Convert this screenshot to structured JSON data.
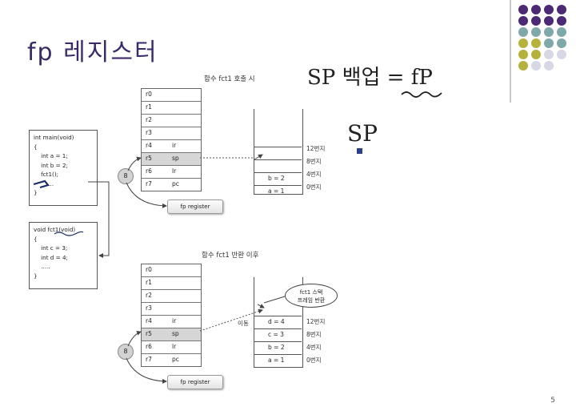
{
  "title": "fp 레지스터",
  "page_number": "5",
  "colors": {
    "title": "#3a2a6a",
    "dot_purple": "#4b2a73",
    "dot_teal": "#7fa9a9",
    "dot_olive": "#b4b23c",
    "dot_lavender": "#d7d7e6",
    "highlight_row": "#d6d6d6"
  },
  "diagram1": {
    "caption": "함수 fct1 호출 시",
    "registers": [
      {
        "name": "r0",
        "value": ""
      },
      {
        "name": "r1",
        "value": ""
      },
      {
        "name": "r2",
        "value": ""
      },
      {
        "name": "r3",
        "value": ""
      },
      {
        "name": "r4",
        "value": "ir"
      },
      {
        "name": "r5",
        "value": "sp"
      },
      {
        "name": "r6",
        "value": "lr"
      },
      {
        "name": "r7",
        "value": "pc"
      }
    ],
    "stack": [
      {
        "value": "",
        "addr": "12번지"
      },
      {
        "value": "",
        "addr": "8번지"
      },
      {
        "value": "b = 2",
        "addr": "4번지"
      },
      {
        "value": "a = 1",
        "addr": "0번지"
      }
    ],
    "badge": "8",
    "button": "fp register"
  },
  "diagram2": {
    "caption": "함수 fct1 반환 이후",
    "registers": [
      {
        "name": "r0",
        "value": ""
      },
      {
        "name": "r1",
        "value": ""
      },
      {
        "name": "r2",
        "value": ""
      },
      {
        "name": "r3",
        "value": ""
      },
      {
        "name": "r4",
        "value": "ir"
      },
      {
        "name": "r5",
        "value": "sp"
      },
      {
        "name": "r6",
        "value": "lr"
      },
      {
        "name": "r7",
        "value": "pc"
      }
    ],
    "stack": [
      {
        "value": "d = 4",
        "addr": "12번지"
      },
      {
        "value": "c = 3",
        "addr": "8번지"
      },
      {
        "value": "b = 2",
        "addr": "4번지"
      },
      {
        "value": "a = 1",
        "addr": "0번지"
      }
    ],
    "badge": "8",
    "button": "fp register",
    "move_label": "이동",
    "bubble_line1": "fct1 스택",
    "bubble_line2": "프레임 반환"
  },
  "code_main": [
    "int main(void)",
    "{",
    "    int a = 1;",
    "    int b = 2;",
    "",
    "    fct1();",
    "      .....",
    "}"
  ],
  "code_fct1": [
    "void fct1(void)",
    "{",
    "    int c = 3;",
    "    int d = 4;",
    "",
    "    .....",
    "}"
  ],
  "handwriting": {
    "line1": "SP 백업 = fP",
    "line2": "SP"
  }
}
